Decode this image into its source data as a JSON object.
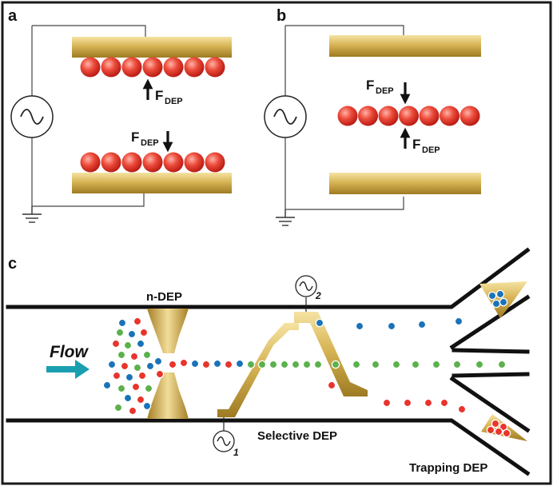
{
  "panels": {
    "a": {
      "letter": "a"
    },
    "b": {
      "letter": "b"
    },
    "c": {
      "letter": "c"
    }
  },
  "force": {
    "main": "F",
    "sub": "DEP"
  },
  "labels": {
    "ndep": "n-DEP",
    "flow": "Flow",
    "selective": "Selective DEP",
    "trapping": "Trapping DEP",
    "source1": "1",
    "source2": "2"
  },
  "colors": {
    "electrode": "#d7b455",
    "particle_red": "#e8342c",
    "particle_blue": "#1a73b8",
    "particle_green": "#5bb14b",
    "flow_arrow": "#1a9fb0",
    "frame": "#1a1a1a"
  }
}
